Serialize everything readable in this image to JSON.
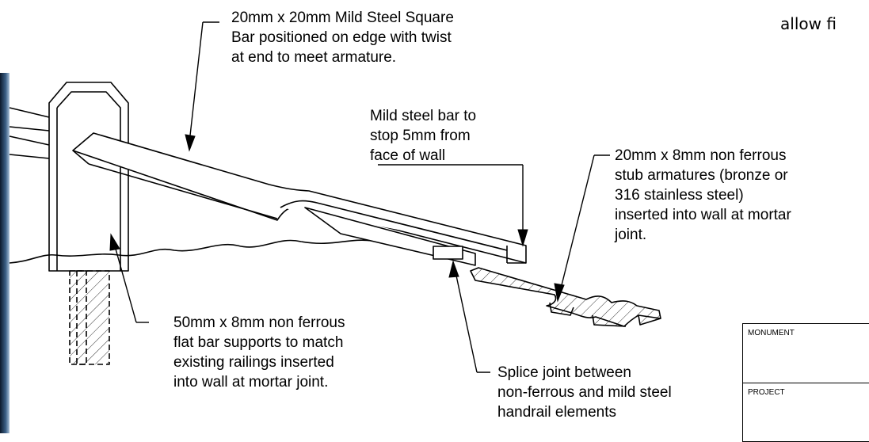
{
  "annotations": {
    "square_bar": [
      "20mm x 20mm Mild Steel Square",
      "Bar positioned on edge with twist",
      "at end to meet armature."
    ],
    "stop_bar": [
      "Mild steel bar to",
      "stop 5mm from",
      "face of wall"
    ],
    "stub_armatures": [
      "20mm x 8mm non ferrous",
      "stub armatures (bronze or",
      "316 stainless steel)",
      "inserted into wall at mortar",
      "joint."
    ],
    "flat_bar": [
      "50mm x 8mm  non ferrous",
      "flat bar supports to match",
      "existing railings inserted",
      "into wall at mortar joint."
    ],
    "splice_joint": [
      "Splice joint between",
      "non-ferrous and mild steel",
      "handrail elements"
    ],
    "corner_text": "allow fi"
  },
  "title_block": {
    "monument_label": "MONUMENT",
    "project_label": "PROJECT"
  },
  "colors": {
    "line": "#000000",
    "paper": "#ffffff",
    "photo_edge": "#1d3550"
  }
}
